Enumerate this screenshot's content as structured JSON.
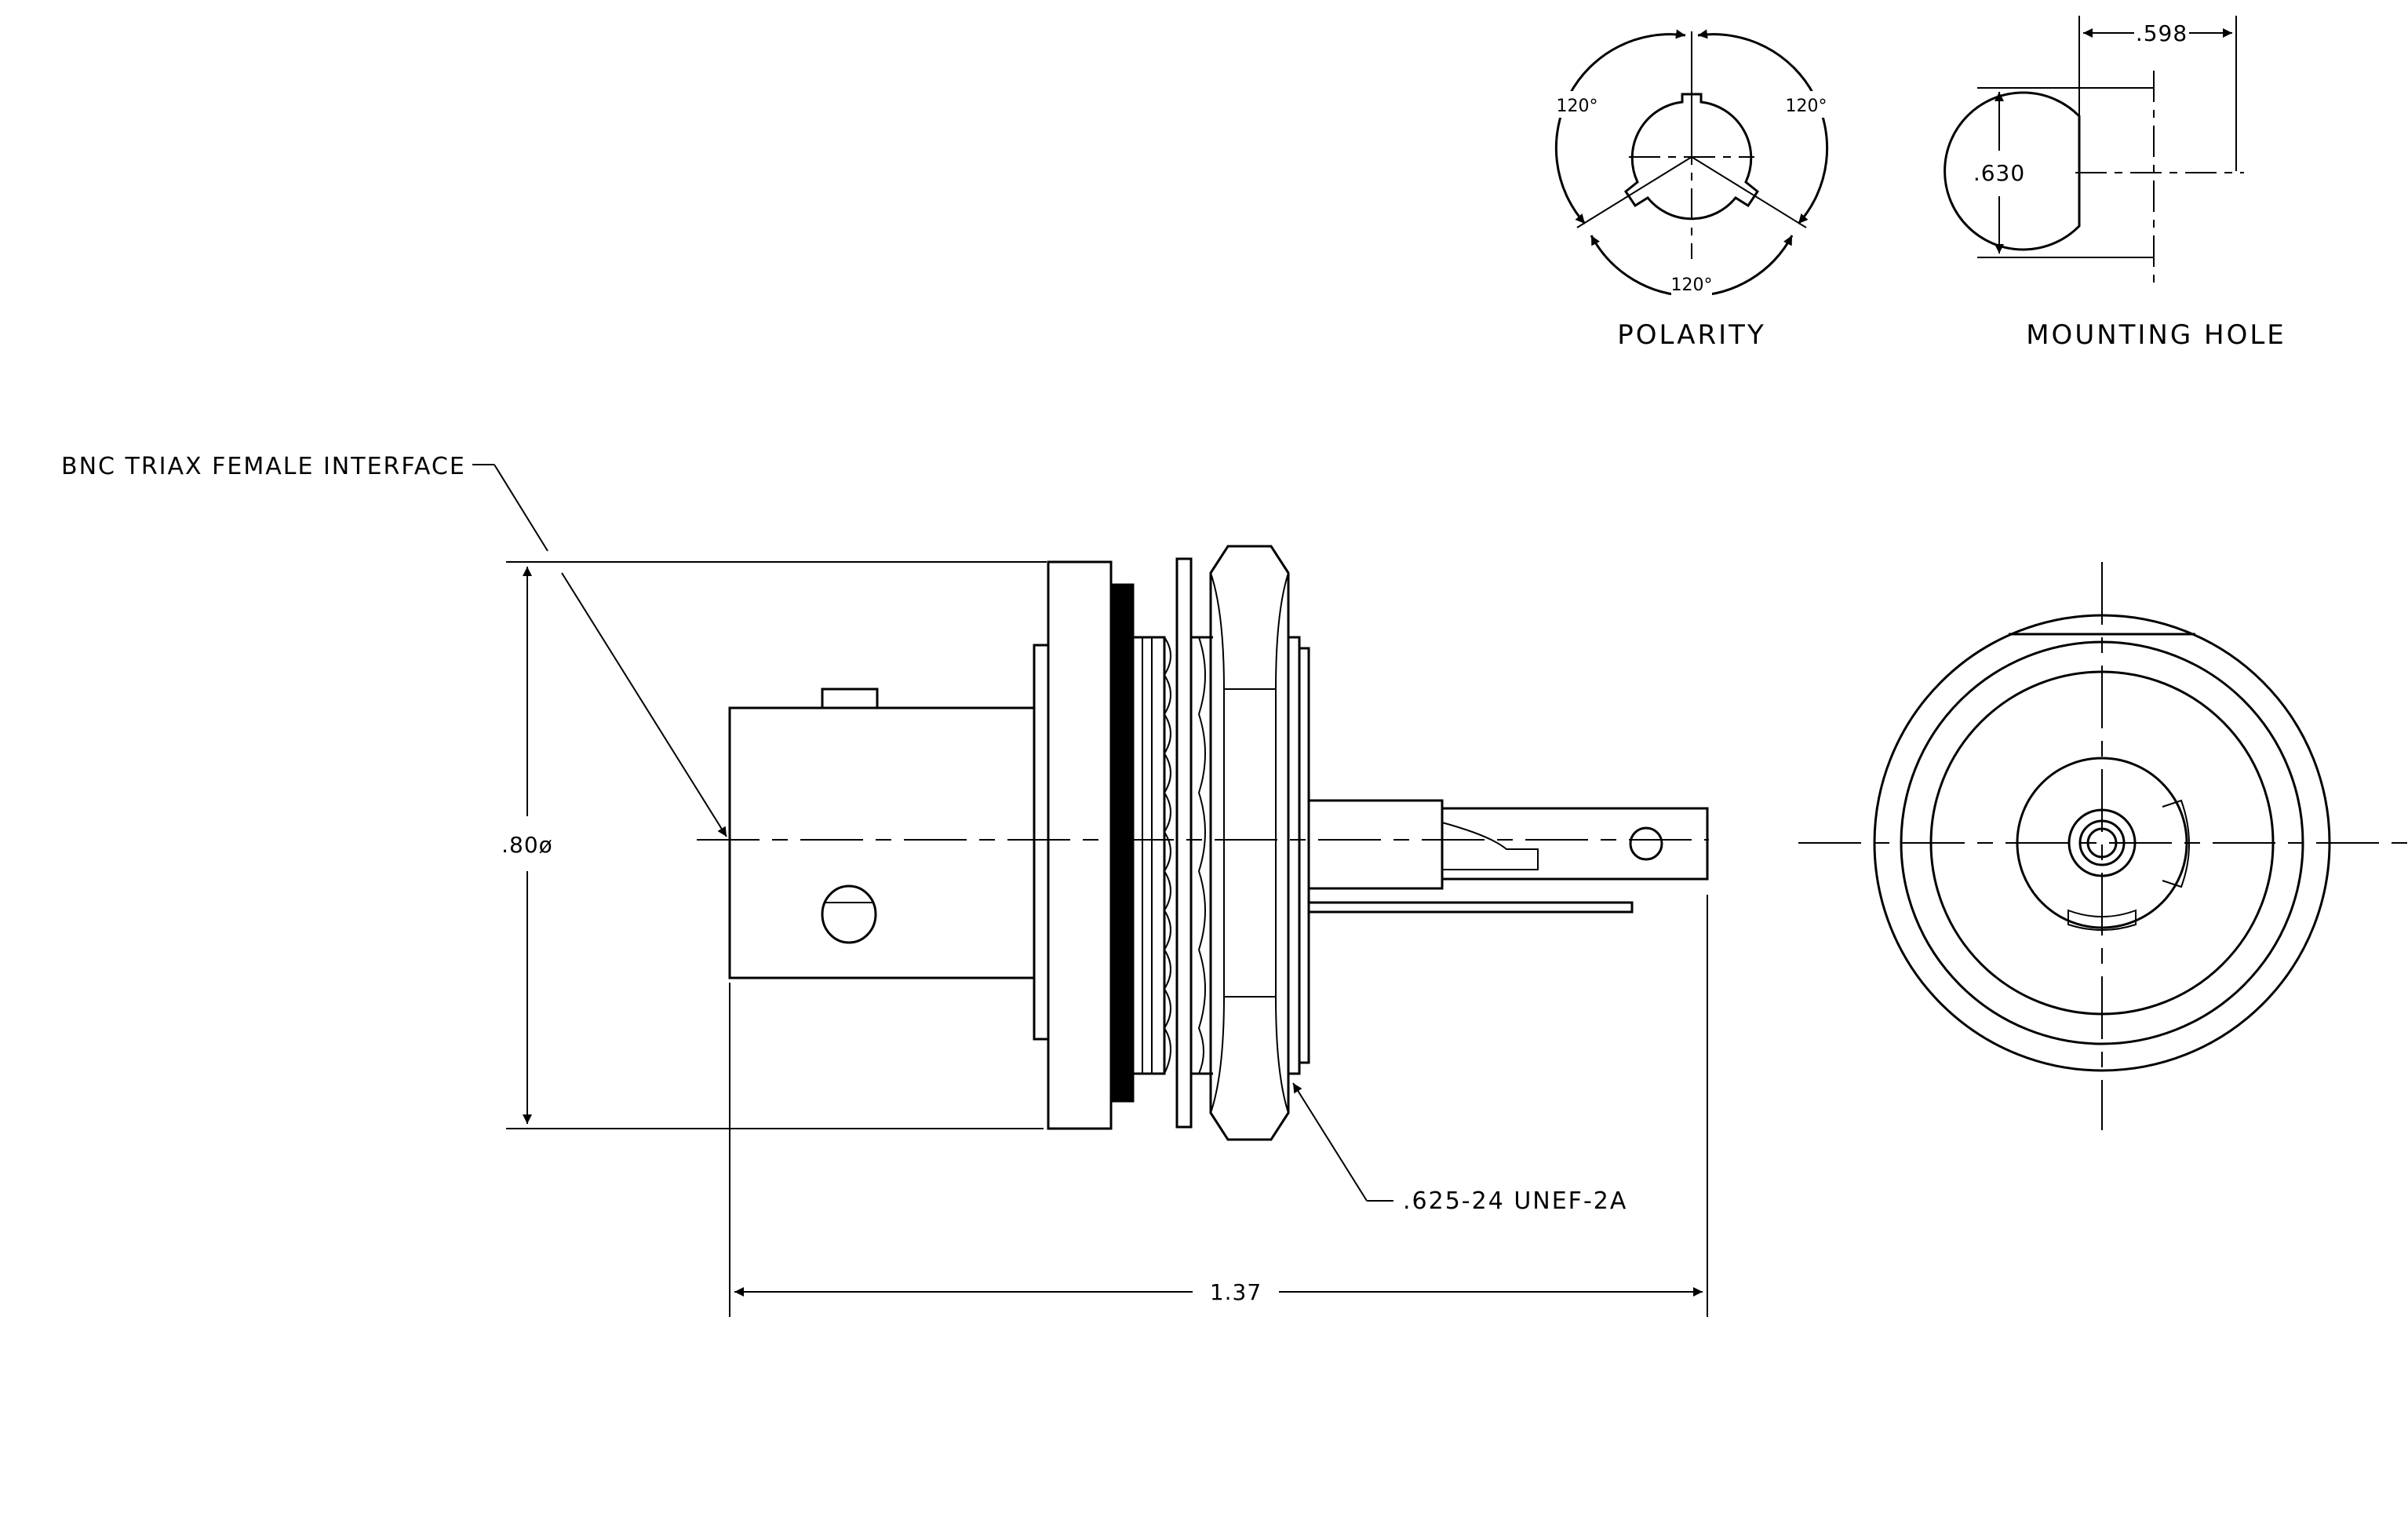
{
  "labels": {
    "interface": "BNC TRIAX FEMALE INTERFACE",
    "thread": ".625-24 UNEF-2A",
    "polarity": "POLARITY",
    "mounting_hole": "MOUNTING HOLE"
  },
  "dimensions": {
    "body_diameter": ".80ø",
    "overall_length": "1.37",
    "hole_flat_width": ".598",
    "hole_diameter": ".630"
  },
  "polarity_angles": {
    "left": "120°",
    "right": "120°",
    "bottom": "120°"
  }
}
